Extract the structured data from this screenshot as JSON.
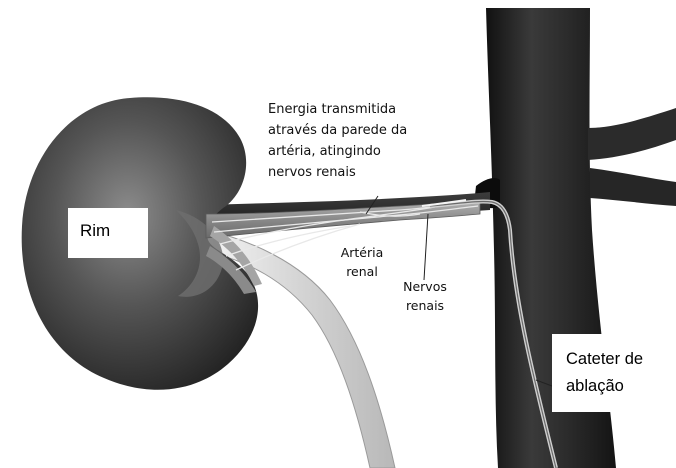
{
  "labels": {
    "rim": "Rim",
    "energia": [
      "Energia transmitida",
      "através da parede da",
      "artéria, atingindo",
      "nervos renais"
    ],
    "arteria": [
      "Artéria",
      "renal"
    ],
    "nervos": [
      "Nervos",
      "renais"
    ],
    "cateter": [
      "Cateter de",
      "ablação"
    ]
  },
  "colors": {
    "kidney": "#4a4a4a",
    "aorta": "#2a2a2a",
    "artery": "#9a9a9a",
    "ureter": "#dcdcdc",
    "background": "#ffffff"
  }
}
